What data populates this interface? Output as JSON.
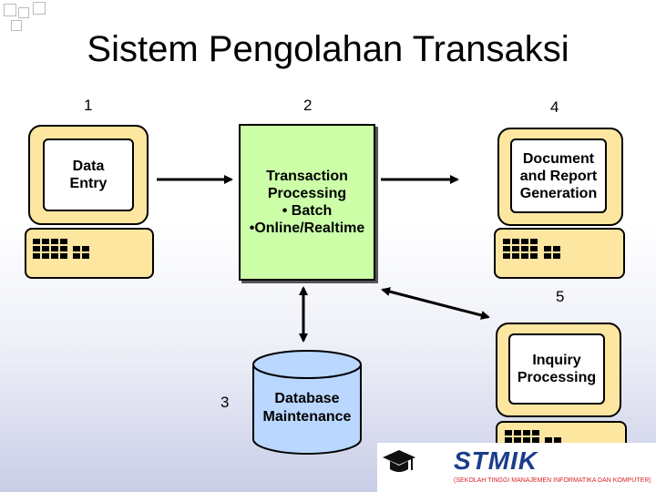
{
  "title": "Sistem Pengolahan Transaksi",
  "numbers": {
    "n1": "1",
    "n2": "2",
    "n3": "3",
    "n4": "4",
    "n5": "5"
  },
  "nodes": {
    "data_entry": "Data Entry",
    "transaction_processing": [
      "Transaction",
      "Processing",
      "• Batch",
      "•Online/Realtime"
    ],
    "document_report": [
      "Document",
      "and Report",
      "Generation"
    ],
    "inquiry": [
      "Inquiry",
      "Processing"
    ],
    "database": [
      "Database",
      "Maintenance"
    ]
  },
  "logo": {
    "brand": "STMIK",
    "tagline": "(SEKOLAH TINGGI MANAJEMEN INFORMATIKA DAN KOMPUTER)",
    "colors": {
      "primary": "#1a3e8c",
      "accent": "#d9232a"
    }
  }
}
